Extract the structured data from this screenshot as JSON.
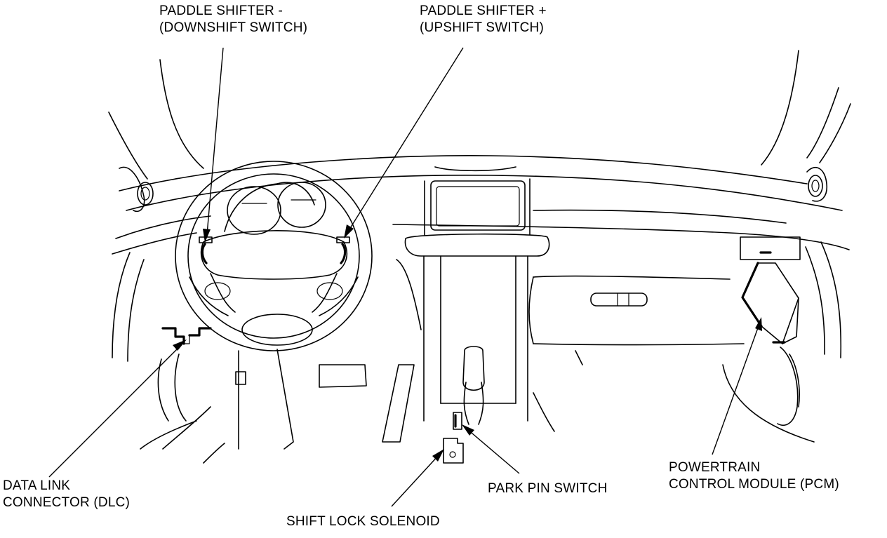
{
  "labels": {
    "paddle_down": [
      "PADDLE SHIFTER  -",
      "(DOWNSHIFT SWITCH)"
    ],
    "paddle_up": [
      "PADDLE SHIFTER  +",
      "(UPSHIFT SWITCH)"
    ],
    "dlc": [
      "DATA LINK",
      "CONNECTOR (DLC)"
    ],
    "shift_lock": [
      "SHIFT LOCK SOLENOID"
    ],
    "park_pin": [
      "PARK PIN SWITCH"
    ],
    "pcm": [
      "POWERTRAIN",
      "CONTROL MODULE (PCM)"
    ]
  }
}
